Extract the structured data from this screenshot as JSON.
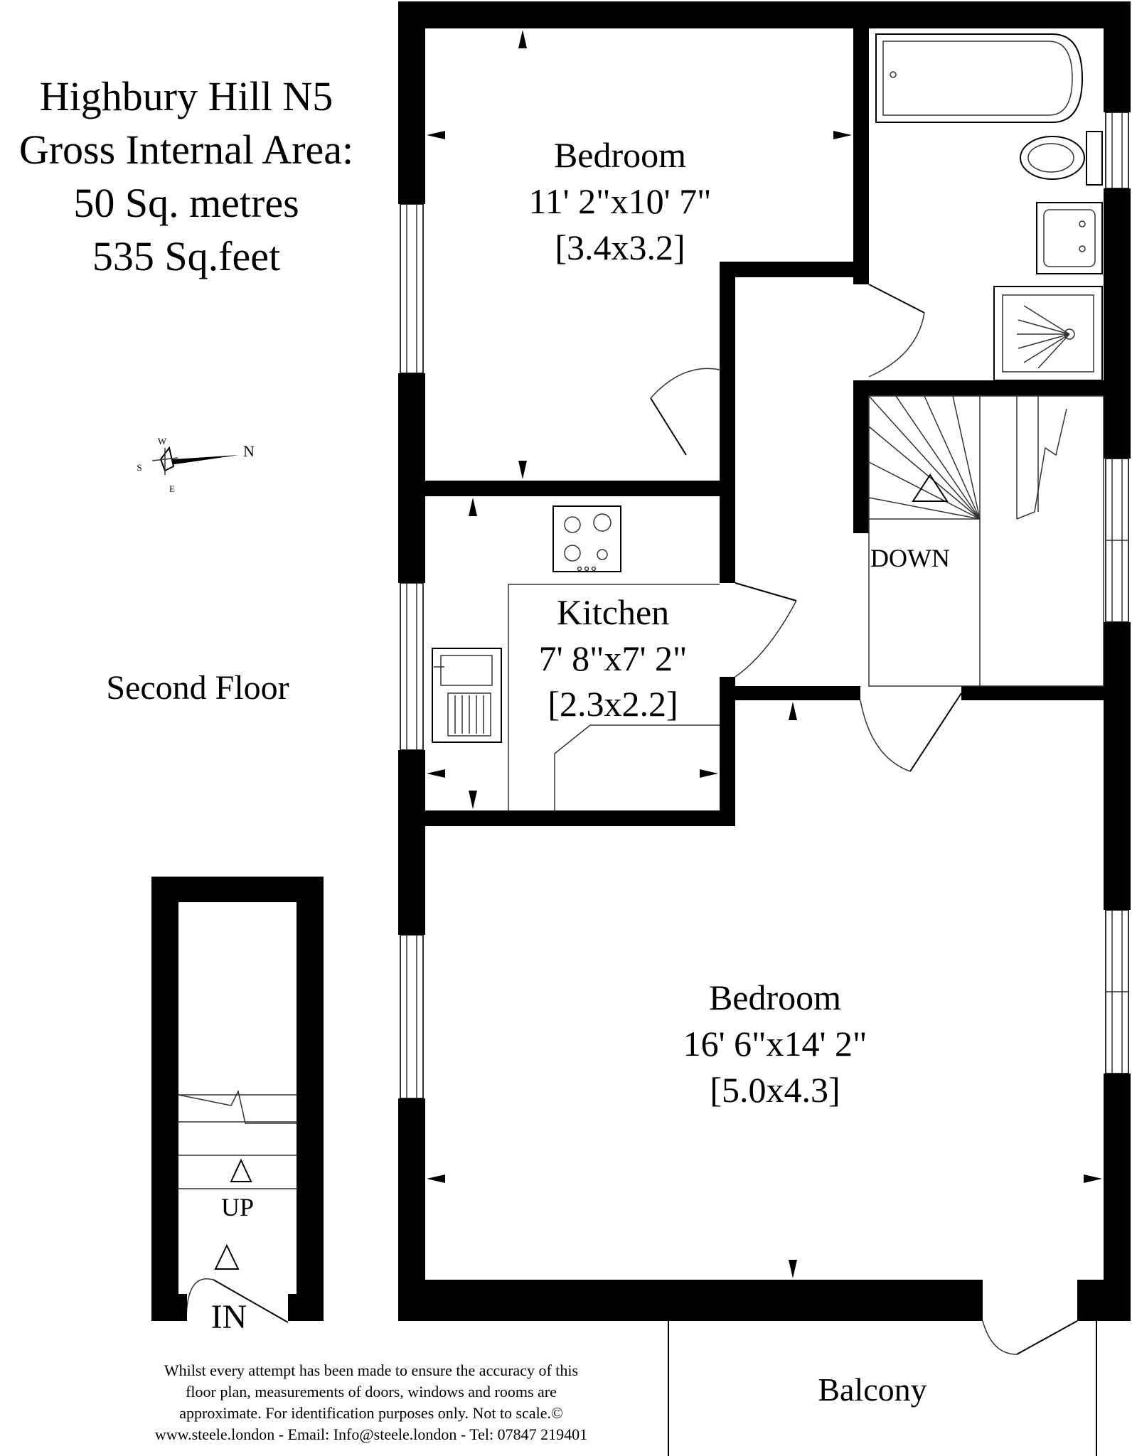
{
  "header": {
    "line1": "Highbury Hill N5",
    "line2": "Gross Internal Area:",
    "line3": "50 Sq. metres",
    "line4": "535 Sq.feet"
  },
  "floor_label": "Second Floor",
  "compass": {
    "n": "N",
    "s": "S",
    "e": "E",
    "w": "W"
  },
  "rooms": {
    "bedroom1": {
      "name": "Bedroom",
      "imperial": "11' 2\"x10' 7\"",
      "metric": "[3.4x3.2]"
    },
    "kitchen": {
      "name": "Kitchen",
      "imperial": "7' 8\"x7' 2\"",
      "metric": "[2.3x2.2]"
    },
    "bedroom2": {
      "name": "Bedroom",
      "imperial": "16' 6\"x14' 2\"",
      "metric": "[5.0x4.3]"
    },
    "balcony": {
      "name": "Balcony"
    }
  },
  "stair_labels": {
    "down": "DOWN",
    "up": "UP",
    "in": "IN"
  },
  "disclaimer": {
    "line1": "Whilst every attempt has been made to ensure the accuracy of this",
    "line2": "floor plan, measurements of doors, windows and rooms are",
    "line3": "approximate. For identification purposes only. Not to scale.©",
    "line4": "www.steele.london - Email: Info@steele.london - Tel: 07847 219401"
  }
}
